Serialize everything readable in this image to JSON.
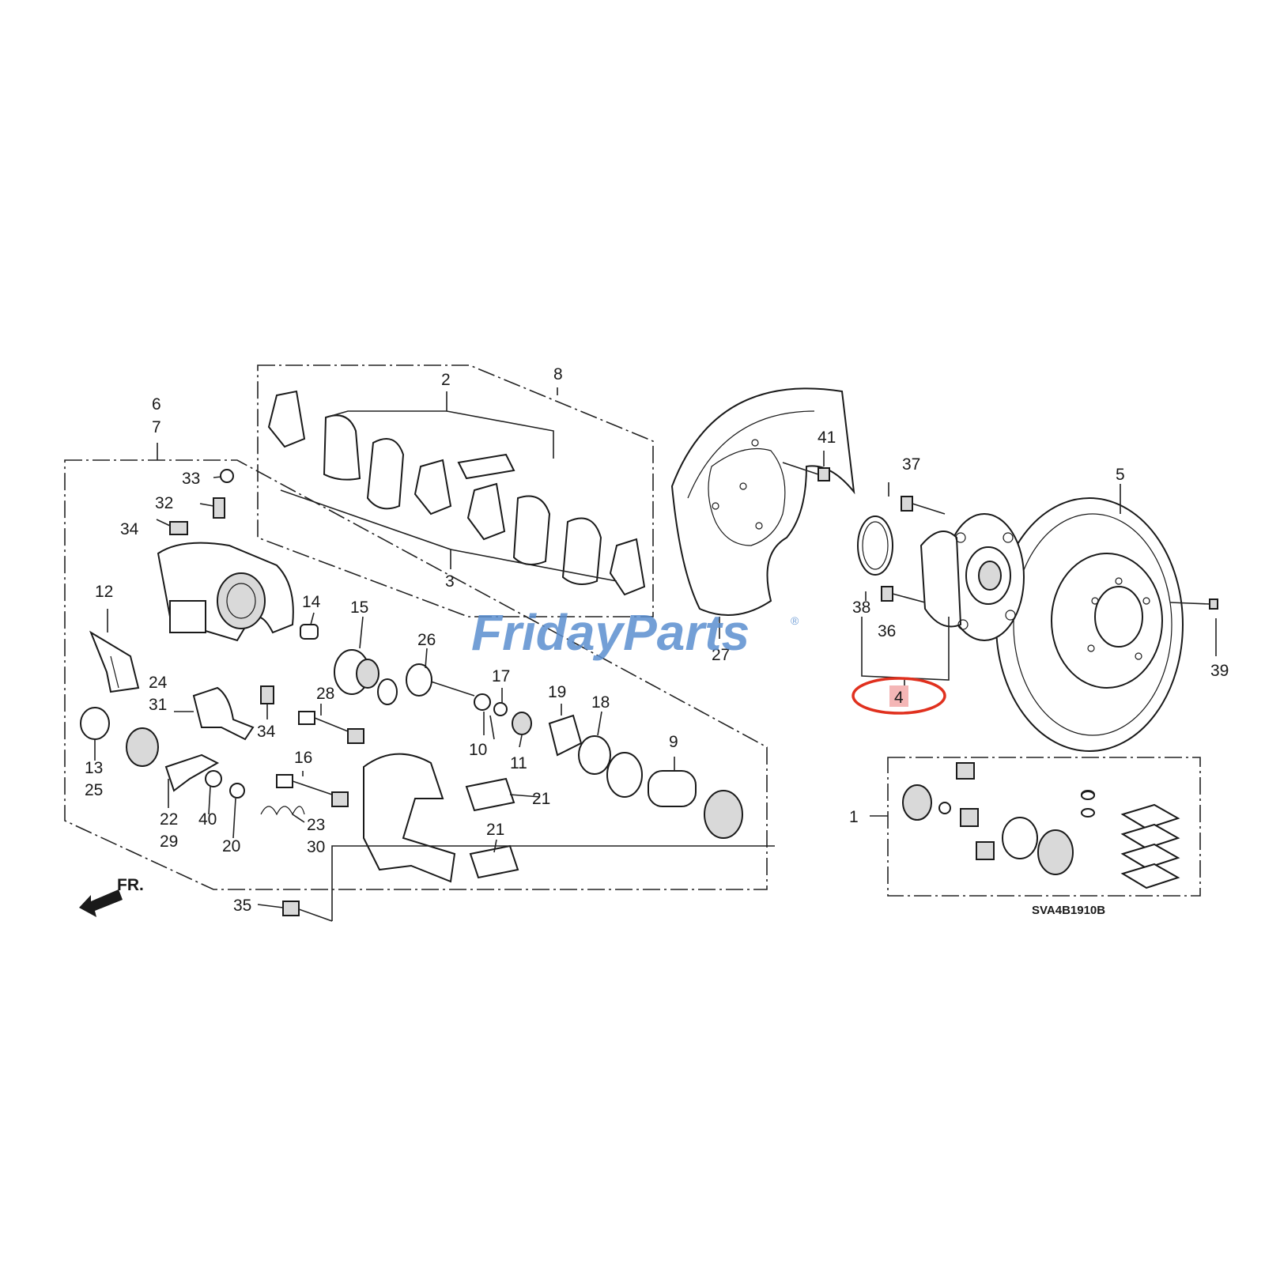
{
  "diagram": {
    "callouts": [
      "1",
      "2",
      "3",
      "4",
      "5",
      "6",
      "7",
      "8",
      "9",
      "10",
      "11",
      "12",
      "13",
      "14",
      "15",
      "16",
      "17",
      "18",
      "19",
      "20",
      "21",
      "21",
      "22",
      "23",
      "24",
      "25",
      "26",
      "27",
      "28",
      "29",
      "30",
      "31",
      "32",
      "33",
      "34",
      "34",
      "35",
      "36",
      "37",
      "38",
      "39",
      "40",
      "41"
    ],
    "diagram_code": "SVA4B1910B",
    "front_arrow_label": "FR.",
    "highlighted_callout": "4",
    "highlight_color": "#e0301e"
  },
  "watermark": {
    "brand_part1": "Friday",
    "brand_part2": "Parts",
    "trademark": "®",
    "color_primary": "#5b8fd0",
    "color_accent": "#f0a030"
  }
}
